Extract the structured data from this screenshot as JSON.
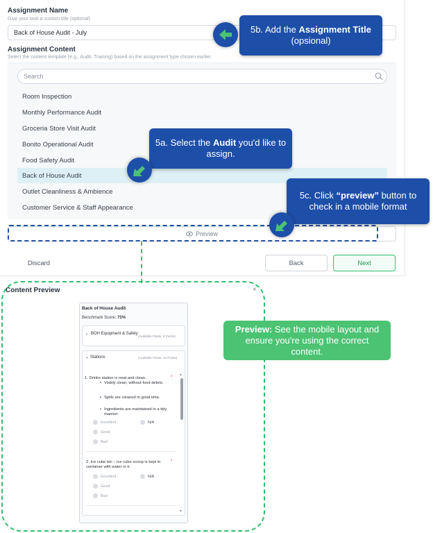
{
  "assignment": {
    "name_label": "Assignment Name",
    "name_help": "Give your task a custom title (optional)",
    "name_value": "Back of House Audit - July",
    "content_label": "Assignment Content",
    "content_help": "Select the content template (e.g., Audit, Training) based on the assignment type chosen earlier."
  },
  "search": {
    "placeholder": "Search"
  },
  "content_list": [
    "Room Inspection",
    "Monthly Performance Audit",
    "Groceria Store Visit Audit",
    "Bonito Operational Audit",
    "Food Safety Audit",
    "Back of House Audit",
    "Outlet Cleanliness & Ambience",
    "Customer Service & Staff Appearance"
  ],
  "selected_item": "Back of House Audit",
  "buttons": {
    "preview": "Preview",
    "discard": "Discard",
    "back": "Back",
    "next": "Next"
  },
  "callouts": {
    "c5b_pre": "5b. Add the ",
    "c5b_bold": "Assignment Title",
    "c5b_post": "(opsional)",
    "c5a_pre": "5a. Select the ",
    "c5a_bold": "Audit",
    "c5a_post": " you'd like to assign.",
    "c5c_pre": "5c. Click ",
    "c5c_bold": "“preview”",
    "c5c_post": " button to check in a mobile format",
    "preview_bold": "Preview:",
    "preview_post": " See the mobile layout and ensure you're using the correct content."
  },
  "content_preview": {
    "title": "Content Preview",
    "close": "×",
    "audit_title": "Back of House Audit",
    "benchmark_label": "Benchmark Score: ",
    "benchmark_value": "75%",
    "sections": [
      {
        "name": "BOH Equipment & Safety",
        "points": "(Available Points: 8 Points)"
      },
      {
        "name": "Stations",
        "points": "(Available Points: 12 Points)"
      }
    ],
    "questions": [
      {
        "text": "1.  Drinks station is neat and clean.",
        "bullets": [
          "Visibly clean, without food debris.",
          "Spills are cleaned in good time.",
          "Ingredients are maintained in a tidy manner."
        ],
        "options": [
          "Excellent",
          "N/A",
          "Good",
          "Bad"
        ]
      },
      {
        "text": "2. Ice cube bin – ice cube scoop is kept in container with water in it.",
        "bullets": [],
        "options": [
          "Excellent",
          "N/A",
          "Good",
          "Bad"
        ]
      }
    ],
    "required_mark": "*"
  },
  "colors": {
    "callout_blue": "#1e4fa8",
    "preview_green": "#4bc373",
    "selected_row": "#ddf0f6"
  },
  "icons": [
    "search-icon",
    "eye-icon",
    "arrow-icon",
    "close-icon",
    "chevron-right-icon",
    "chevron-down-icon"
  ]
}
